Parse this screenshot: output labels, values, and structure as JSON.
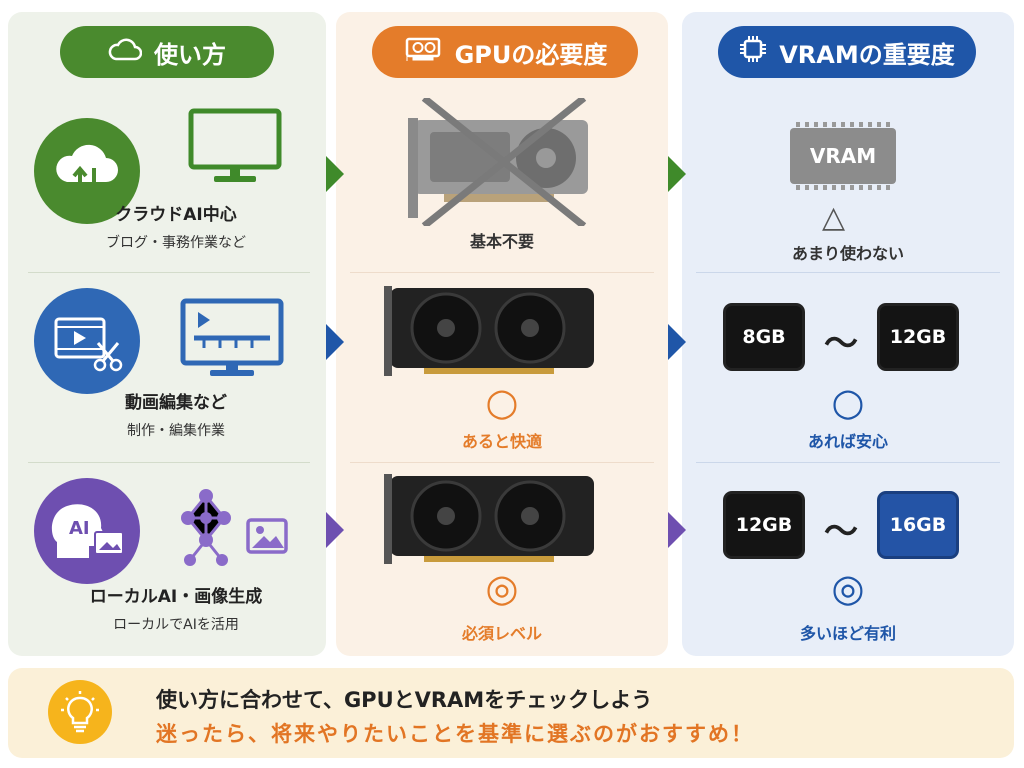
{
  "headers": {
    "usage": {
      "label": "使い方",
      "icon": "cloud-outline-icon",
      "color": "#4a8a2e"
    },
    "gpu": {
      "label": "GPUの必要度",
      "icon": "graphics-card-icon",
      "color": "#e47c2a"
    },
    "vram": {
      "label": "VRAMの重要度",
      "icon": "memory-chip-icon",
      "color": "#1f56a8"
    }
  },
  "rows": [
    {
      "usage": {
        "title": "クラウドAI中心",
        "subtitle": "ブログ・事務作業など",
        "icon": "cloud-sync-icon",
        "device_icon": "desktop-monitor-icon"
      },
      "gpu": {
        "rating_symbol": "",
        "label": "基本不要",
        "image": "gpu-crossed-out"
      },
      "vram": {
        "chip_label": "VRAM",
        "rating_symbol": "△",
        "label": "あまり使わない"
      }
    },
    {
      "usage": {
        "title": "動画編集など",
        "subtitle": "制作・編集作業",
        "icon": "video-edit-icon",
        "device_icon": "timeline-monitor-icon"
      },
      "gpu": {
        "rating_symbol": "○",
        "label": "あると快適",
        "image": "gpu-card"
      },
      "vram": {
        "from": "8GB",
        "to": "12GB",
        "separator": "〜",
        "rating_symbol": "○",
        "label": "あれば安心"
      }
    },
    {
      "usage": {
        "title": "ローカルAI・画像生成",
        "subtitle": "ローカルでAIを活用",
        "icon": "ai-head-icon",
        "icon_text": "AI",
        "device_icon": "neural-network-icon"
      },
      "gpu": {
        "rating_symbol": "◎",
        "label": "必須レベル",
        "image": "gpu-card"
      },
      "vram": {
        "from": "12GB",
        "to": "16GB",
        "separator": "〜",
        "rating_symbol": "◎",
        "label": "多いほど有利"
      }
    }
  ],
  "banner": {
    "line1": "使い方に合わせて、GPUとVRAMをチェックしよう",
    "line2": "迷ったら、将来やりたいことを基準に選ぶのがおすすめ！",
    "icon": "lightbulb-icon"
  },
  "colors": {
    "green": "#4a8a2e",
    "blue": "#1f56a8",
    "purple": "#6e4fb0",
    "orange": "#e47c2a",
    "gray": "#555555"
  }
}
